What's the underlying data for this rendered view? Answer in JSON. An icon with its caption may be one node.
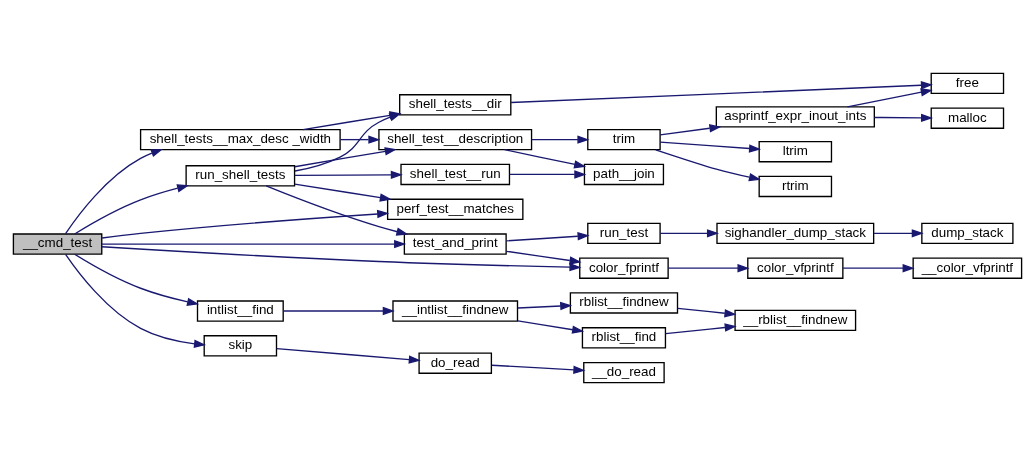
{
  "diagram": {
    "nodes": [
      {
        "text": [
          "__cmd_test"
        ]
      },
      {
        "text": [
          "shell_tests__max_desc _width"
        ]
      },
      {
        "text": [
          "run_shell_tests"
        ]
      },
      {
        "text": [
          "perf_test__matches"
        ]
      },
      {
        "text": [
          "test_and_print"
        ]
      },
      {
        "text": [
          "color_fprintf"
        ]
      },
      {
        "text": [
          "intlist__find"
        ]
      },
      {
        "text": [
          "skip"
        ]
      },
      {
        "text": [
          "shell_tests__dir"
        ]
      },
      {
        "text": [
          "shell_test__description"
        ]
      },
      {
        "text": [
          "shell_test__run"
        ]
      },
      {
        "text": [
          "trim"
        ]
      },
      {
        "text": [
          "path__join"
        ]
      },
      {
        "text": [
          "free"
        ]
      },
      {
        "text": [
          "asprintf_expr_inout_ints"
        ]
      },
      {
        "text": [
          "malloc"
        ]
      },
      {
        "text": [
          "ltrim"
        ]
      },
      {
        "text": [
          "rtrim"
        ]
      },
      {
        "text": [
          "run_test"
        ]
      },
      {
        "text": [
          "sighandler_dump_stack"
        ]
      },
      {
        "text": [
          "dump_stack"
        ]
      },
      {
        "text": [
          "color_vfprintf"
        ]
      },
      {
        "text": [
          "__color_vfprintf"
        ]
      },
      {
        "text": [
          "__intlist__findnew"
        ]
      },
      {
        "text": [
          "rblist__findnew"
        ]
      },
      {
        "text": [
          "rblist__find"
        ]
      },
      {
        "text": [
          "__rblist__findnew"
        ]
      },
      {
        "text": [
          "do_read"
        ]
      },
      {
        "text": [
          "__do_read"
        ]
      }
    ],
    "edges": [
      {
        "from": 0,
        "to": 1,
        "arrow": "to"
      },
      {
        "from": 0,
        "to": 2,
        "arrow": "to"
      },
      {
        "from": 0,
        "to": 3,
        "arrow": "to"
      },
      {
        "from": 0,
        "to": 4,
        "arrow": "to"
      },
      {
        "from": 0,
        "to": 5,
        "arrow": "to"
      },
      {
        "from": 0,
        "to": 6,
        "arrow": "to"
      },
      {
        "from": 0,
        "to": 7,
        "arrow": "to"
      },
      {
        "from": 1,
        "to": 8,
        "arrow": "to"
      },
      {
        "from": 1,
        "to": 9,
        "arrow": "to"
      },
      {
        "from": 2,
        "to": 8,
        "arrow": "to"
      },
      {
        "from": 2,
        "to": 9,
        "arrow": "to"
      },
      {
        "from": 2,
        "to": 10,
        "arrow": "to"
      },
      {
        "from": 2,
        "to": 3,
        "arrow": "to"
      },
      {
        "from": 2,
        "to": 4,
        "arrow": "to"
      },
      {
        "from": 8,
        "to": 13,
        "arrow": "to"
      },
      {
        "from": 9,
        "to": 11,
        "arrow": "to"
      },
      {
        "from": 9,
        "to": 12,
        "arrow": "to"
      },
      {
        "from": 10,
        "to": 12,
        "arrow": "to"
      },
      {
        "from": 11,
        "to": 14,
        "arrow": "to"
      },
      {
        "from": 11,
        "to": 16,
        "arrow": "to"
      },
      {
        "from": 11,
        "to": 17,
        "arrow": "to"
      },
      {
        "from": 14,
        "to": 13,
        "arrow": "to"
      },
      {
        "from": 14,
        "to": 15,
        "arrow": "to"
      },
      {
        "from": 4,
        "to": 18,
        "arrow": "to"
      },
      {
        "from": 4,
        "to": 5,
        "arrow": "to"
      },
      {
        "from": 18,
        "to": 19,
        "arrow": "to"
      },
      {
        "from": 19,
        "to": 20,
        "arrow": "to"
      },
      {
        "from": 5,
        "to": 21,
        "arrow": "to"
      },
      {
        "from": 21,
        "to": 22,
        "arrow": "to"
      },
      {
        "from": 6,
        "to": 23,
        "arrow": "to"
      },
      {
        "from": 23,
        "to": 24,
        "arrow": "to"
      },
      {
        "from": 23,
        "to": 25,
        "arrow": "to"
      },
      {
        "from": 24,
        "to": 26,
        "arrow": "to"
      },
      {
        "from": 25,
        "to": 26,
        "arrow": "to"
      },
      {
        "from": 7,
        "to": 27,
        "arrow": "to"
      },
      {
        "from": 27,
        "to": 28,
        "arrow": "to"
      }
    ]
  }
}
